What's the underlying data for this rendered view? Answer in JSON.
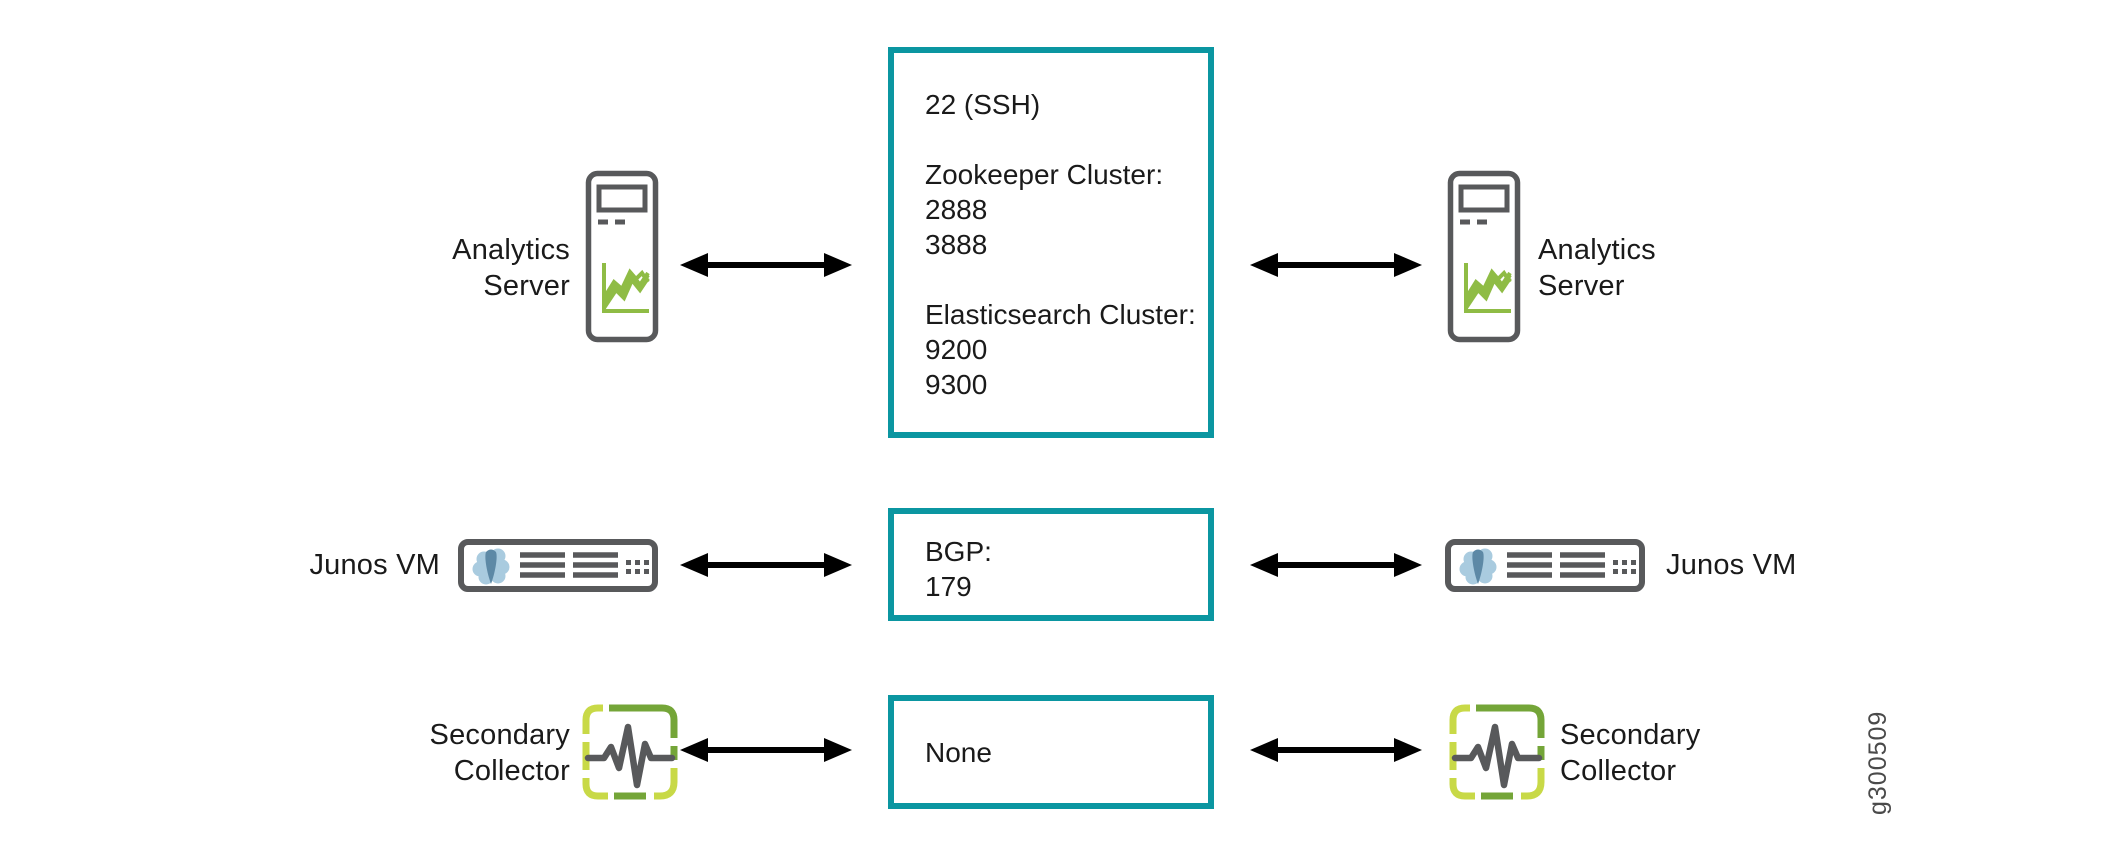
{
  "colors": {
    "box_border_teal": "#0b96a1",
    "device_outline_gray": "#58595B",
    "chart_green": "#8FBC45",
    "collector_light_green": "#C8D947",
    "collector_dark_green": "#74A538",
    "junos_logo_light_blue": "#A9CBDF",
    "junos_logo_dark_blue": "#5D89A6",
    "arrow_black": "#000000",
    "text_black": "#1a1a1a",
    "watermark_gray": "#4a4a4a"
  },
  "icons": {
    "analytics_server": "tower-server-with-line-chart",
    "junos_vm": "rack-server-with-junos-logo",
    "secondary_collector": "pulse-waveform-in-dashed-green-square",
    "arrow": "double-headed-horizontal-arrow"
  },
  "rows": [
    {
      "left_label": "Analytics Server",
      "right_label": "Analytics Server",
      "box_lines": [
        "22 (SSH)",
        "",
        "Zookeeper Cluster:",
        "2888",
        "3888",
        "",
        "Elasticsearch Cluster:",
        "9200",
        "9300"
      ]
    },
    {
      "left_label": "Junos VM",
      "right_label": "Junos VM",
      "box_lines": [
        "BGP:",
        "179"
      ]
    },
    {
      "left_label": "Secondary Collector",
      "right_label": "Secondary Collector",
      "box_lines": [
        "None"
      ]
    }
  ],
  "watermark": "g300509"
}
